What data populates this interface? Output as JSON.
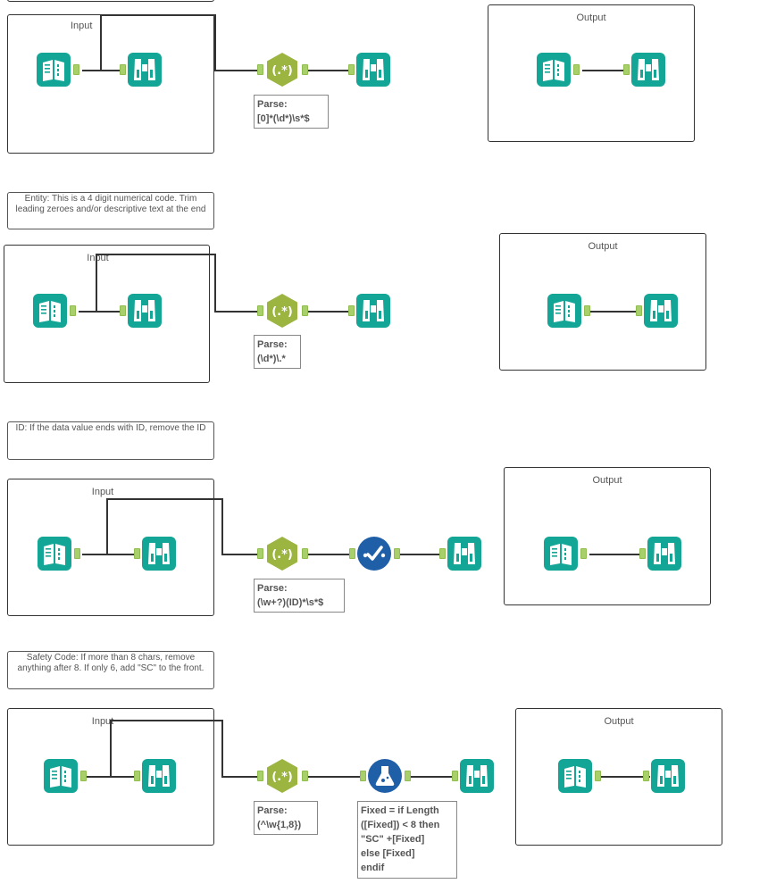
{
  "container_title_input": "Input",
  "container_title_output": "Output",
  "workflows": [
    {
      "comment": "",
      "parse_label": "Parse:",
      "parse_expr": "[0]*(\\d*)\\s*$"
    },
    {
      "comment": "Entity: This is a 4 digit numerical code. Trim leading zeroes and/or descriptive text at the end",
      "parse_label": "Parse:",
      "parse_expr": "(\\d*)\\.*"
    },
    {
      "comment": "ID: If the data value ends with ID, remove the ID",
      "parse_label": "Parse:",
      "parse_expr": "(\\w+?)(ID)*\\s*$"
    },
    {
      "comment": "Safety Code: If more than 8 chars, remove anything after 8. If only 6, add \"SC\" to the front.",
      "parse_label": "Parse:",
      "parse_expr": "(^\\w{1,8})",
      "formula": [
        "Fixed = if Length",
        "([Fixed]) < 8 then",
        "\"SC\" +[Fixed]",
        "else [Fixed]",
        "endif"
      ]
    }
  ],
  "icons": {
    "input": "book-input-icon",
    "browse": "binoculars-browse-icon",
    "regex": "regex-hexagon-icon",
    "filter": "check-circle-icon",
    "formula": "flask-formula-icon"
  },
  "colors": {
    "teal": "#13a596",
    "olive": "#9cb440",
    "blue": "#1f5fa8",
    "anchor": "#a8cf6b"
  }
}
